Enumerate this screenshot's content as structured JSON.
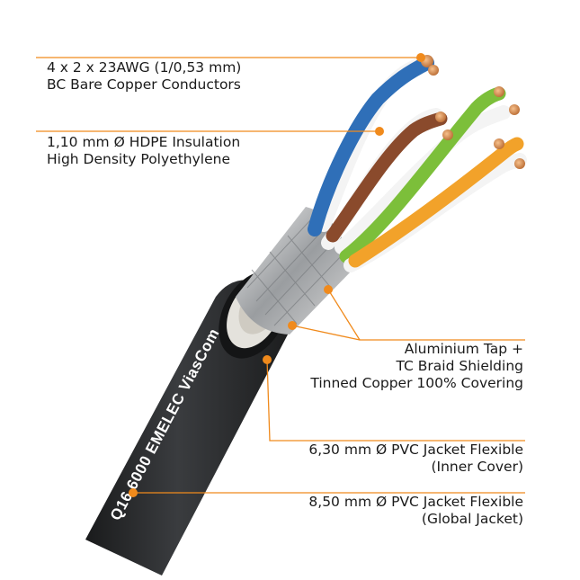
{
  "labels": {
    "conductors": {
      "line1": "4 x 2 x 23AWG (1/0,53 mm)",
      "line2": "BC Bare Copper Conductors"
    },
    "insulation": {
      "line1": "1,10 mm Ø HDPE Insulation",
      "line2": "High Density Polyethylene"
    },
    "shielding": {
      "line1": "Aluminium Tap +",
      "line2": "TC Braid Shielding",
      "line3": "Tinned Copper 100% Covering"
    },
    "inner_jacket": {
      "line1": "6,30 mm Ø PVC Jacket Flexible",
      "line2": "(Inner Cover)"
    },
    "outer_jacket": {
      "line1": "8,50 mm Ø PVC Jacket Flexible",
      "line2": "(Global Jacket)"
    }
  },
  "cable_print": "Q16 6000   EMELEC ViasCom",
  "colors": {
    "leader": "#f08a1c",
    "jacket": "#2a2c2e",
    "inner_cover": "#e4e2dc",
    "copper": "#d98a4a",
    "pair_blue": "#2f6fb8",
    "pair_brown": "#8a4a2c",
    "pair_green": "#7cbf3a",
    "pair_orange": "#f2a22a"
  }
}
